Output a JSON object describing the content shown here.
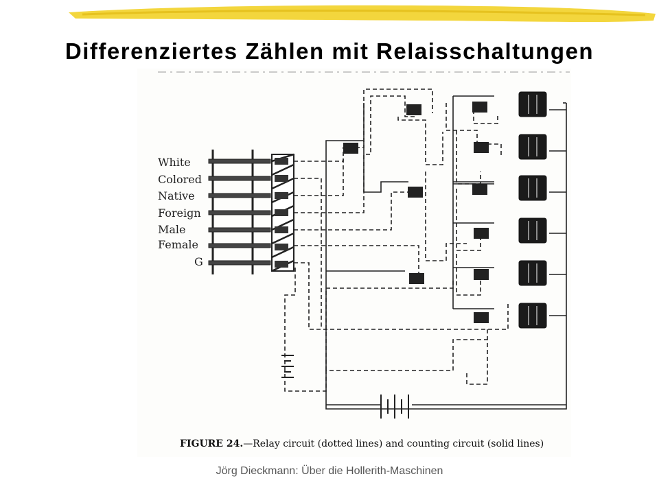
{
  "slide": {
    "title": "Differenziertes Zählen mit Relaisschaltungen",
    "footer": "Jörg Dieckmann: Über die Hollerith-Maschinen",
    "accent_color": "#f0d020"
  },
  "figure": {
    "row_labels": [
      "White",
      "Colored",
      "Native",
      "Foreign",
      "Male",
      "Female",
      "G"
    ],
    "caption_label": "FIGURE 24.",
    "caption_text": "—Relay circuit (dotted lines) and counting circuit (solid lines)"
  }
}
